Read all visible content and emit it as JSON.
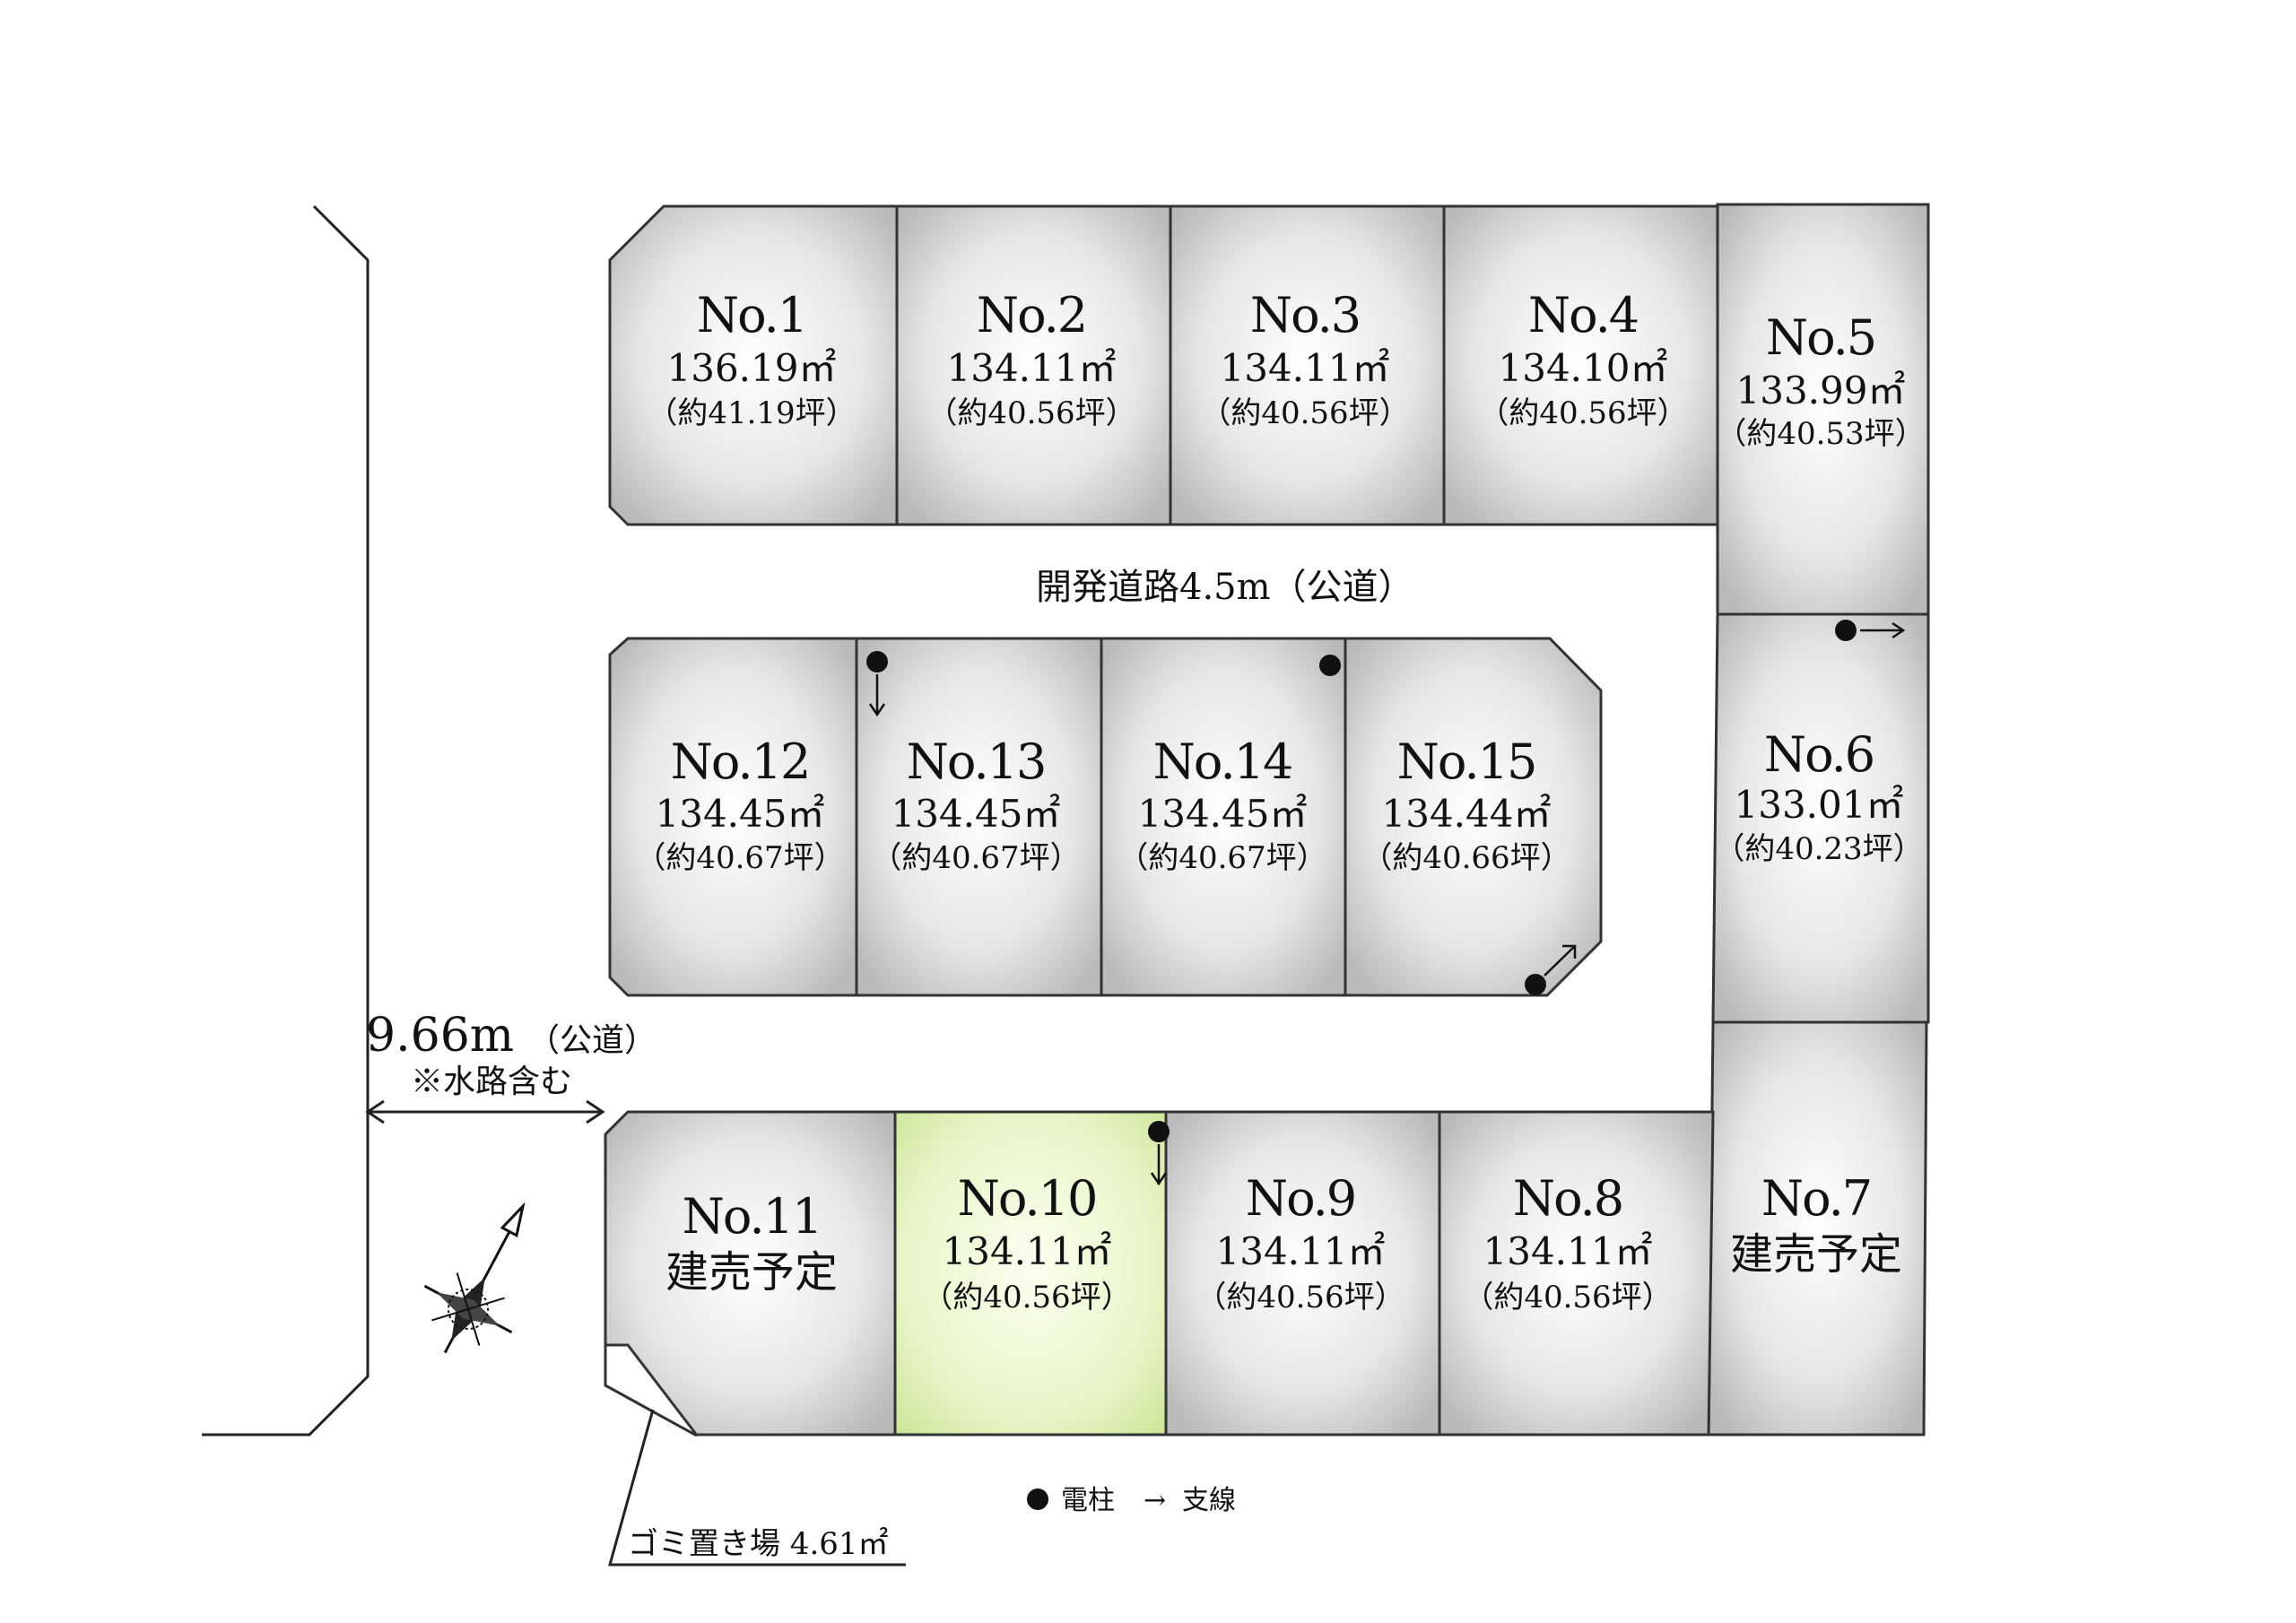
{
  "road": {
    "development_road": "開発道路4.5m（公道）",
    "side_road_width": "9.66m",
    "side_road_type": "（公道）",
    "side_road_note": "※水路含む"
  },
  "garbage": {
    "label": "ゴミ置き場 4.61㎡"
  },
  "legend": {
    "pole_label": "電柱",
    "guy_label": "支線",
    "guy_symbol": "→"
  },
  "colors": {
    "lot_fill": "#d9d9d9",
    "highlight_fill": "#e6f2c4"
  },
  "lots": [
    {
      "id": "1",
      "no": "No.1",
      "area": "136.19㎡",
      "tsubo": "（約41.19坪）"
    },
    {
      "id": "2",
      "no": "No.2",
      "area": "134.11㎡",
      "tsubo": "（約40.56坪）"
    },
    {
      "id": "3",
      "no": "No.3",
      "area": "134.11㎡",
      "tsubo": "（約40.56坪）"
    },
    {
      "id": "4",
      "no": "No.4",
      "area": "134.10㎡",
      "tsubo": "（約40.56坪）"
    },
    {
      "id": "5",
      "no": "No.5",
      "area": "133.99㎡",
      "tsubo": "（約40.53坪）"
    },
    {
      "id": "6",
      "no": "No.6",
      "area": "133.01㎡",
      "tsubo": "（約40.23坪）"
    },
    {
      "id": "7",
      "no": "No.7",
      "status": "建売予定"
    },
    {
      "id": "8",
      "no": "No.8",
      "area": "134.11㎡",
      "tsubo": "（約40.56坪）"
    },
    {
      "id": "9",
      "no": "No.9",
      "area": "134.11㎡",
      "tsubo": "（約40.56坪）"
    },
    {
      "id": "10",
      "no": "No.10",
      "area": "134.11㎡",
      "tsubo": "（約40.56坪）",
      "highlighted": true
    },
    {
      "id": "11",
      "no": "No.11",
      "status": "建売予定"
    },
    {
      "id": "12",
      "no": "No.12",
      "area": "134.45㎡",
      "tsubo": "（約40.67坪）"
    },
    {
      "id": "13",
      "no": "No.13",
      "area": "134.45㎡",
      "tsubo": "（約40.67坪）"
    },
    {
      "id": "14",
      "no": "No.14",
      "area": "134.45㎡",
      "tsubo": "（約40.67坪）"
    },
    {
      "id": "15",
      "no": "No.15",
      "area": "134.44㎡",
      "tsubo": "（約40.66坪）"
    }
  ]
}
